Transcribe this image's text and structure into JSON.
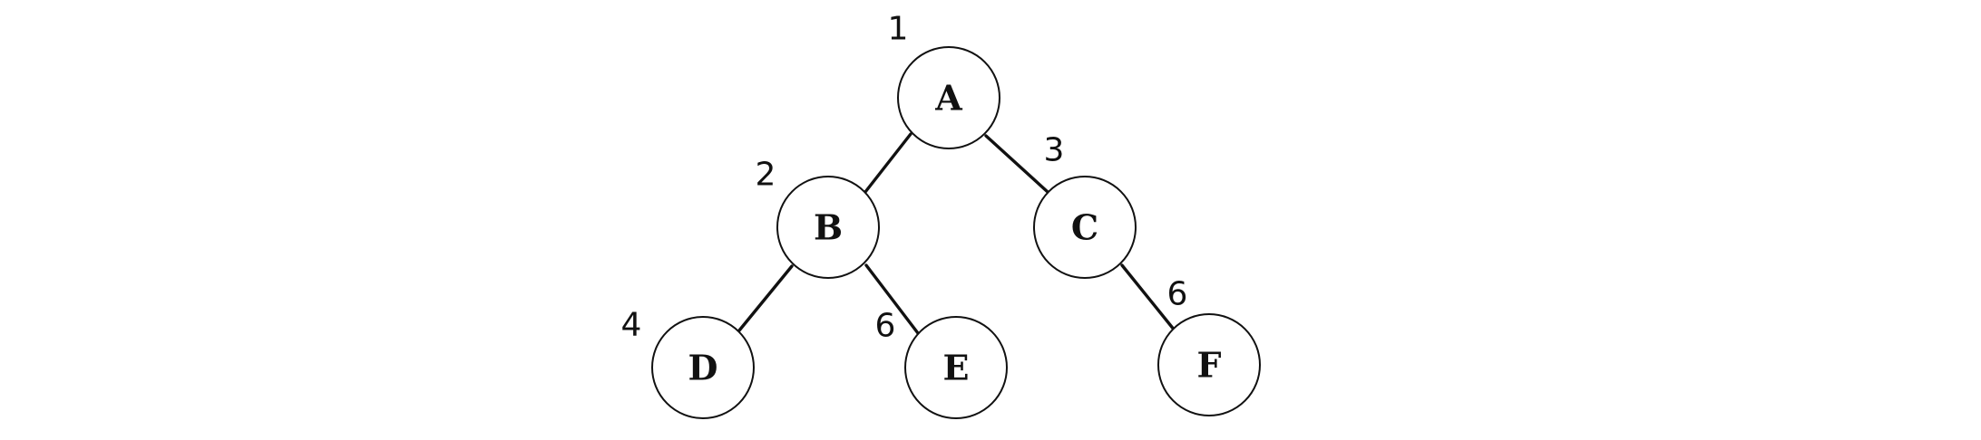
{
  "tree": {
    "nodes": [
      {
        "id": "A",
        "label": "A",
        "number": "1"
      },
      {
        "id": "B",
        "label": "B",
        "number": "2"
      },
      {
        "id": "C",
        "label": "C",
        "number": "3"
      },
      {
        "id": "D",
        "label": "D",
        "number": "4"
      },
      {
        "id": "E",
        "label": "E",
        "number": "6"
      },
      {
        "id": "F",
        "label": "F",
        "number": "6"
      }
    ],
    "edges": [
      {
        "from": "A",
        "to": "B"
      },
      {
        "from": "A",
        "to": "C"
      },
      {
        "from": "B",
        "to": "D"
      },
      {
        "from": "B",
        "to": "E"
      },
      {
        "from": "C",
        "to": "F"
      }
    ]
  }
}
